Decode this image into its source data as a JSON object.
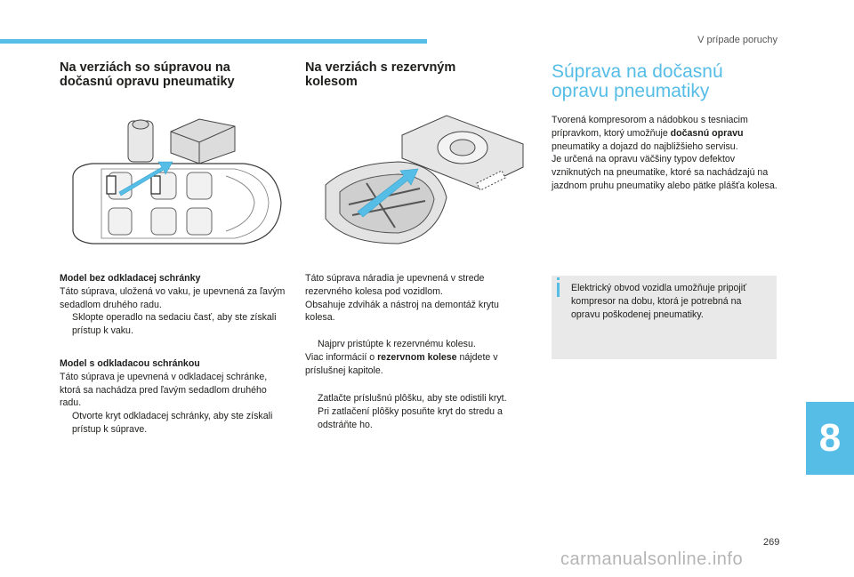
{
  "header": {
    "section_title": "V prípade poruchy"
  },
  "left_column": {
    "heading": "Na verziách so súpravou na dočasnú opravu pneumatiky",
    "block1_title": "Model bez odkladacej schránky",
    "block1_text": "Táto súprava, uložená vo vaku, je upevnená za ľavým sedadlom druhého radu.",
    "block1_bullet": "Sklopte operadlo na sedaciu časť, aby ste získali prístup k vaku.",
    "block2_title": "Model s odkladacou schránkou",
    "block2_text": "Táto súprava je upevnená v odkladacej schránke, ktorá sa nachádza pred ľavým sedadlom druhého radu.",
    "block2_bullet": "Otvorte kryt odkladacej schránky, aby ste získali prístup k súprave."
  },
  "middle_column": {
    "heading": "Na verziách s rezervným kolesom",
    "para1": "Táto súprava náradia je upevnená v strede rezervného kolesa pod vozidlom.",
    "para2": "Obsahuje zdvihák a nástroj na demontáž krytu kolesa.",
    "bullet1": "Najprv pristúpte k rezervnému kolesu.",
    "ref_prefix": "Viac informácií o ",
    "ref_bold": "rezervnom kolese",
    "ref_suffix": " nájdete v príslušnej kapitole.",
    "bullet2": "Zatlačte príslušnú plôšku, aby ste odistili kryt.",
    "bullet3": "Pri zatlačení plôšky posuňte kryt do stredu a odstráňte ho."
  },
  "right_column": {
    "title_line1": "Súprava na dočasnú",
    "title_line2": "opravu pneumatiky",
    "intro_prefix": "Tvorená kompresorom a nádobkou s tesniacim prípravkom, ktorý umožňuje ",
    "intro_bold": "dočasnú opravu",
    "intro_suffix": " pneumatiky a dojazd do najbližšieho servisu.",
    "intro2": "Je určená na opravu väčšiny typov defektov vzniknutých na pneumatike, ktoré sa nachádzajú na jazdnom pruhu pneumatiky alebo pätke plášťa kolesa.",
    "info_text": "Elektrický obvod vozidla umožňuje pripojiť kompresor na dobu, ktorá je potrebná na opravu poškodenej pneumatiky."
  },
  "chapter_number": "8",
  "page_number": "269",
  "watermark": "carmanualsonline.info",
  "bullet_marker": "",
  "colors": {
    "accent": "#55bde6",
    "info_bg": "#e9e9e9",
    "text": "#1d1d1b"
  }
}
